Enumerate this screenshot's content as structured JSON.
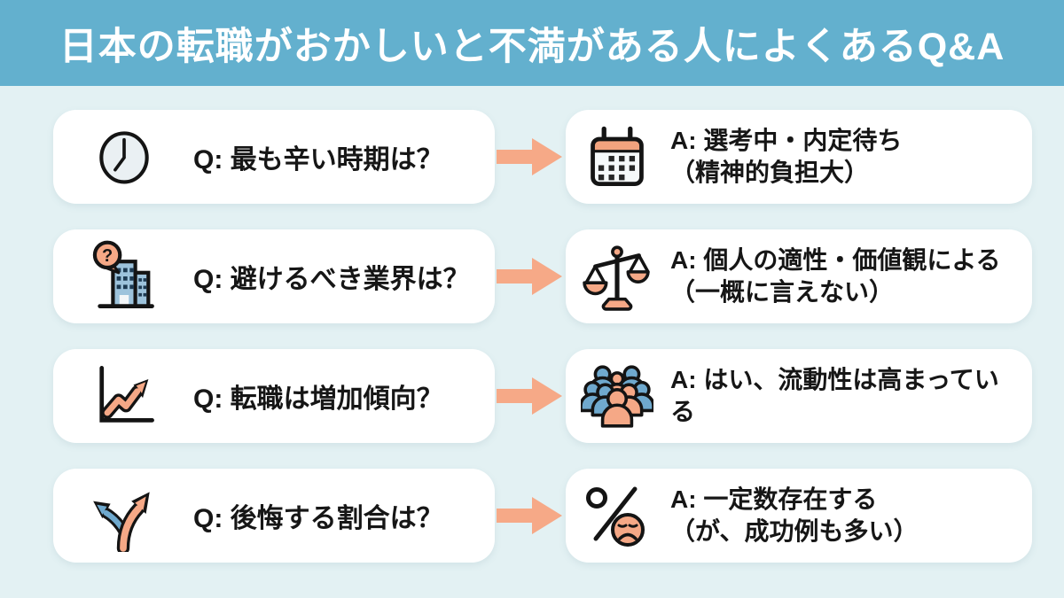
{
  "title": "日本の転職がおかしいと不満がある人によくあるQ&A",
  "colors": {
    "header_bg": "#63B0CE",
    "page_bg": "#E3F1F3",
    "card_bg": "#FFFFFF",
    "arrow": "#F6A987",
    "accent_orange": "#F2A37E",
    "accent_orange2": "#F5A886",
    "accent_blue": "#6FA9CE",
    "accent_blue_light": "#9DC3DC",
    "text": "#161616",
    "title_text": "#FFFFFF"
  },
  "arrow_icon": "arrow-right-icon",
  "rows": [
    {
      "question": {
        "icon": "clock-icon",
        "text": "Q: 最も辛い時期は？"
      },
      "answer": {
        "icon": "calendar-icon",
        "lines": [
          "A: 選考中・内定待ち",
          "（精神的負担大）"
        ]
      }
    },
    {
      "question": {
        "icon": "building-question-icon",
        "text": "Q: 避けるべき業界は？"
      },
      "answer": {
        "icon": "balance-scale-icon",
        "lines": [
          "A: 個人の適性・価値観による",
          "（一概に言えない）"
        ]
      }
    },
    {
      "question": {
        "icon": "growth-chart-icon",
        "text": "Q: 転職は増加傾向？"
      },
      "answer": {
        "icon": "crowd-icon",
        "lines": [
          "A: はい、流動性は高まっている"
        ]
      }
    },
    {
      "question": {
        "icon": "fork-arrows-icon",
        "text": "Q: 後悔する割合は？"
      },
      "answer": {
        "icon": "percent-sad-face-icon",
        "lines": [
          "A: 一定数存在する",
          "（が、成功例も多い）"
        ]
      }
    }
  ]
}
